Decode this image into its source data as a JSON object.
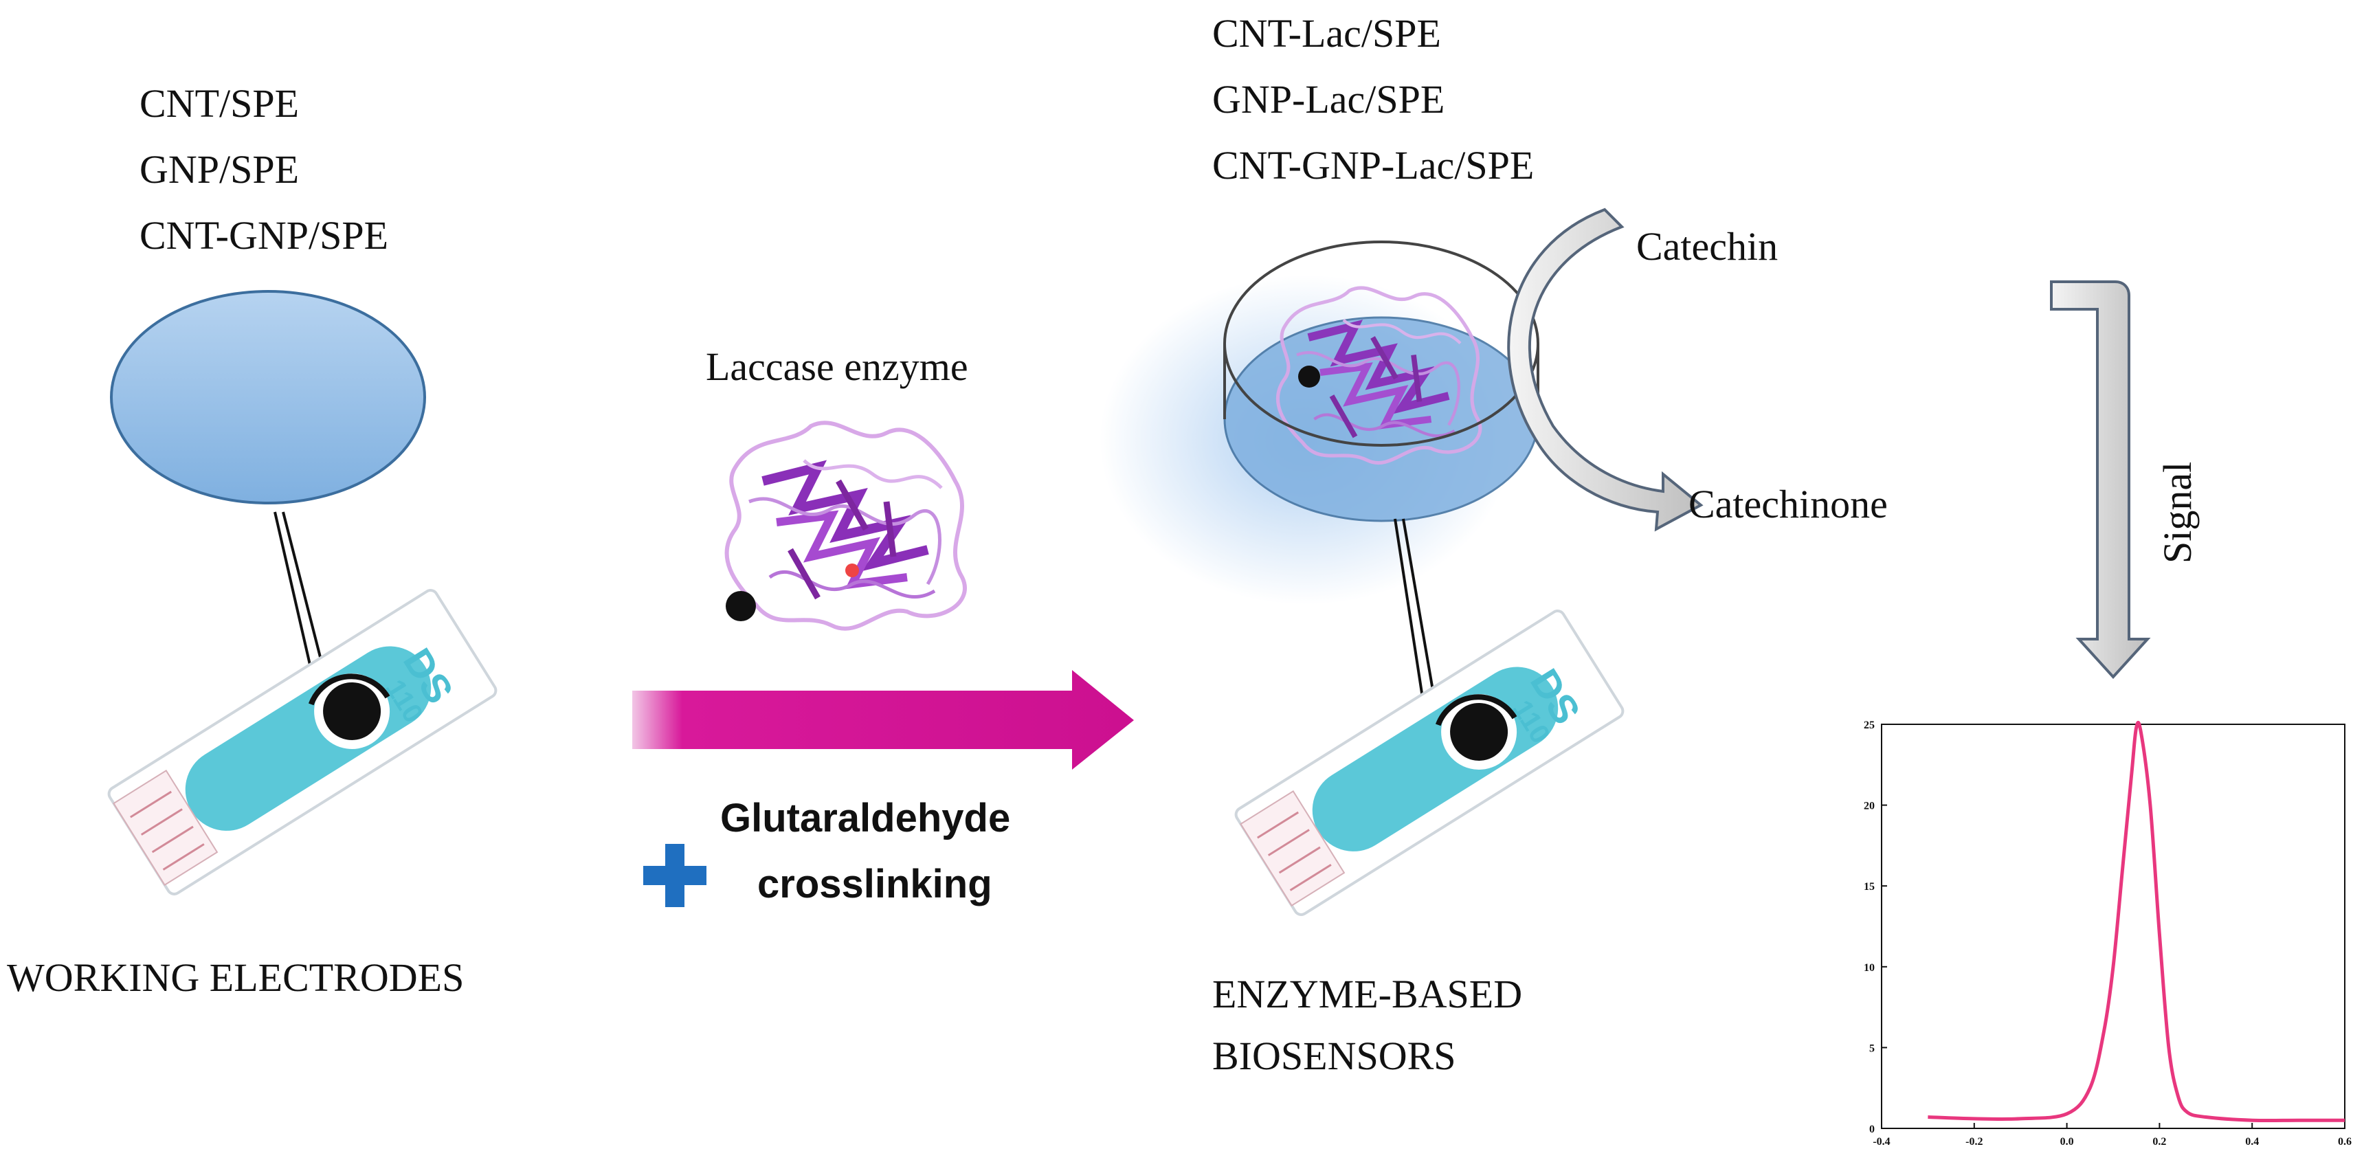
{
  "left": {
    "electrode_list": [
      "CNT/SPE",
      "GNP/SPE",
      "CNT-GNP/SPE"
    ],
    "caption": "WORKING ELECTRODES",
    "strip_label_1": "DS",
    "strip_label_2": "110"
  },
  "middle": {
    "enzyme_label": "Laccase enzyme",
    "crosslink_line1": "Glutaraldehyde",
    "crosslink_line2": "crosslinking"
  },
  "right": {
    "biosensor_list": [
      "CNT-Lac/SPE",
      "GNP-Lac/SPE",
      "CNT-GNP-Lac/SPE"
    ],
    "caption_line1": "ENZYME-BASED",
    "caption_line2": "BIOSENSORS",
    "substrate": "Catechin",
    "product": "Catechinone",
    "signal": "Signal",
    "strip_label_1": "DS",
    "strip_label_2": "110"
  },
  "colors": {
    "electrode_blue": "#9cc3e8",
    "strip_cyan": "#5bc8d8",
    "arrow_magenta": "#d8199a",
    "plus_blue": "#1f6fc0",
    "curve_pink": "#e8377e",
    "enzyme_purple": "#9b3fc2"
  },
  "chart_data": {
    "type": "line",
    "xlim": [
      -0.4,
      0.6
    ],
    "ylim": [
      0,
      25
    ],
    "xticks": [
      "-0.4",
      "-0.2",
      "0.0",
      "0.2",
      "0.4",
      "0.6"
    ],
    "yticks": [
      "0",
      "5",
      "10",
      "15",
      "20",
      "25"
    ],
    "series": [
      {
        "x": [
          -0.3,
          -0.2,
          -0.1,
          0.0,
          0.05,
          0.08,
          0.1,
          0.12,
          0.14,
          0.15,
          0.16,
          0.18,
          0.2,
          0.22,
          0.24,
          0.26,
          0.3,
          0.4,
          0.5,
          0.6
        ],
        "y": [
          0.7,
          0.6,
          0.6,
          0.9,
          2.5,
          6,
          10,
          16,
          22,
          24.8,
          24.5,
          20,
          12,
          5,
          2,
          1,
          0.7,
          0.5,
          0.5,
          0.5
        ]
      }
    ]
  }
}
